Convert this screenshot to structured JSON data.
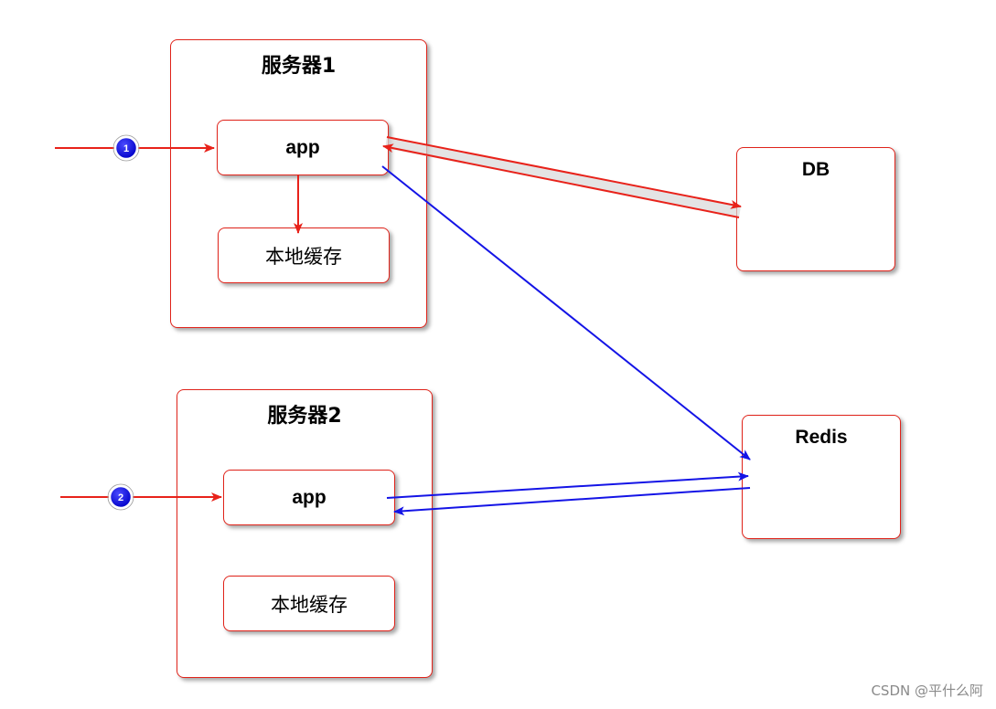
{
  "server1": {
    "title": "服务器1",
    "app": "app",
    "cache": "本地缓存"
  },
  "server2": {
    "title": "服务器2",
    "app": "app",
    "cache": "本地缓存"
  },
  "db": {
    "title": "DB"
  },
  "redis": {
    "title": "Redis"
  },
  "markers": {
    "m1": "1",
    "m2": "2"
  },
  "watermark": "CSDN @平什么阿",
  "colors": {
    "box_border": "#e0231a",
    "red_arrow": "#e8221a",
    "blue_arrow": "#1414e6",
    "marker_fill": "#0a0ae6"
  }
}
